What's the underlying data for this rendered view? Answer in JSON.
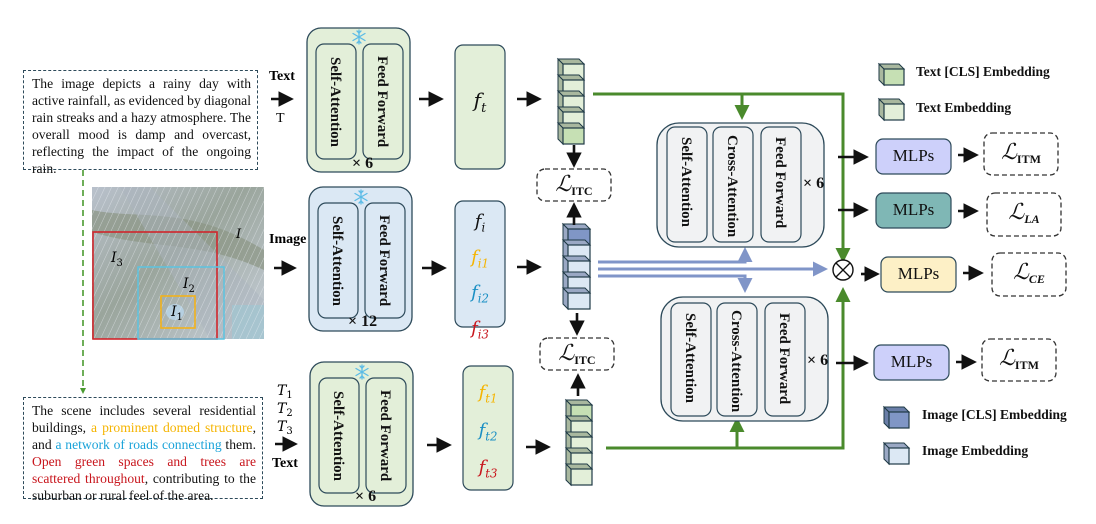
{
  "captions": {
    "top": "The image depicts a rainy day with active rainfall, as evidenced by diagonal rain streaks and a hazy atmosphere. The overall mood is damp and overcast, reflecting the impact of the ongoing rain.",
    "bottom": [
      {
        "text": "The scene includes several residential buildings, ",
        "color": "#111111"
      },
      {
        "text": "a prominent domed structure",
        "color": "#f5b400"
      },
      {
        "text": ", and ",
        "color": "#111111"
      },
      {
        "text": "a network of roads connecting",
        "color": "#1aa3d9"
      },
      {
        "text": " them. ",
        "color": "#111111"
      },
      {
        "text": "Open green spaces and trees are scattered throughout",
        "color": "#c8161d"
      },
      {
        "text": ", contributing to the suburban or rural feel of the area.",
        "color": "#111111"
      }
    ]
  },
  "image_panel": {
    "labels": {
      "whole": "I",
      "region3": "I",
      "region3_sub": "3",
      "region2": "I",
      "region2_sub": "2",
      "region1": "I",
      "region1_sub": "1"
    },
    "colors": {
      "region3": "#d0262c",
      "region2": "#5cc3e0",
      "region1": "#f2b21c"
    }
  },
  "inputs": {
    "text_top_label": "Text",
    "text_top_symbol": "T",
    "image_label": "Image",
    "text_bottom_label": "Text",
    "text_bottom_symbols": [
      {
        "base": "T",
        "sub": "1"
      },
      {
        "base": "T",
        "sub": "2"
      },
      {
        "base": "T",
        "sub": "3"
      }
    ]
  },
  "encoders": {
    "text_top": {
      "left": "Self-Attention",
      "right": "Feed Forward",
      "repeat": "× 6",
      "frozen_icon": "snowflake-icon"
    },
    "image": {
      "left": "Self-Attention",
      "right": "Feed Forward",
      "repeat": "× 12",
      "frozen_icon": "snowflake-icon"
    },
    "text_bottom": {
      "left": "Self-Attention",
      "right": "Feed Forward",
      "repeat": "× 6",
      "frozen_icon": "snowflake-icon"
    }
  },
  "features": {
    "text_top": [
      {
        "base": "f",
        "sub": "t",
        "color": "#111111"
      }
    ],
    "image": [
      {
        "base": "f",
        "sub": "i",
        "color": "#111111"
      },
      {
        "base": "f",
        "sub": "i1",
        "color": "#f5b400"
      },
      {
        "base": "f",
        "sub": "i2",
        "color": "#1a8fc4"
      },
      {
        "base": "f",
        "sub": "i3",
        "color": "#c8161d"
      }
    ],
    "text_bottom": [
      {
        "base": "f",
        "sub": "t1",
        "color": "#f5b400"
      },
      {
        "base": "f",
        "sub": "t2",
        "color": "#1a8fc4"
      },
      {
        "base": "f",
        "sub": "t3",
        "color": "#c8161d"
      }
    ]
  },
  "losses": {
    "itc_top": {
      "sym": "ℒ",
      "sub": "ITC"
    },
    "itc_bottom": {
      "sym": "ℒ",
      "sub": "ITC"
    },
    "itm_top": {
      "sym": "ℒ",
      "sub": "ITM"
    },
    "la": {
      "sym": "ℒ",
      "sub": "LA"
    },
    "ce": {
      "sym": "ℒ",
      "sub": "CE"
    },
    "itm_bottom": {
      "sym": "ℒ",
      "sub": "ITM"
    }
  },
  "fusion": {
    "top": {
      "cols": [
        "Self-Attention",
        "Cross-Attention",
        "Feed Forward"
      ],
      "repeat": "× 6"
    },
    "bottom": {
      "cols": [
        "Self-Attention",
        "Cross-Attention",
        "Feed Forward"
      ],
      "repeat": "× 6"
    },
    "combine_symbol": "⊗"
  },
  "heads": {
    "itm_top": {
      "label": "MLPs",
      "color": "#cdd0fa"
    },
    "la": {
      "label": "MLPs",
      "color": "#7fb7b5"
    },
    "ce": {
      "label": "MLPs",
      "color": "#fdf0c6"
    },
    "itm_bottom": {
      "label": "MLPs",
      "color": "#cdd0fa"
    }
  },
  "legend": {
    "text_cls": "Text [CLS] Embedding",
    "text_emb": "Text Embedding",
    "image_cls": "Image [CLS] Embedding",
    "image_emb": "Image Embedding"
  },
  "colors": {
    "green_line": "#4a8a2c",
    "blue_line": "#8095c8",
    "text_encoder_fill": "#e3efd9",
    "image_encoder_fill": "#dbe8f4",
    "fusion_fill": "#f1f2f3",
    "snowflake": "#5bbbe6",
    "text_cls_cube": "#c6e0b4",
    "text_cube": "#e3efd9",
    "image_cls_cube": "#8096c6",
    "image_cube": "#dce8f4"
  }
}
